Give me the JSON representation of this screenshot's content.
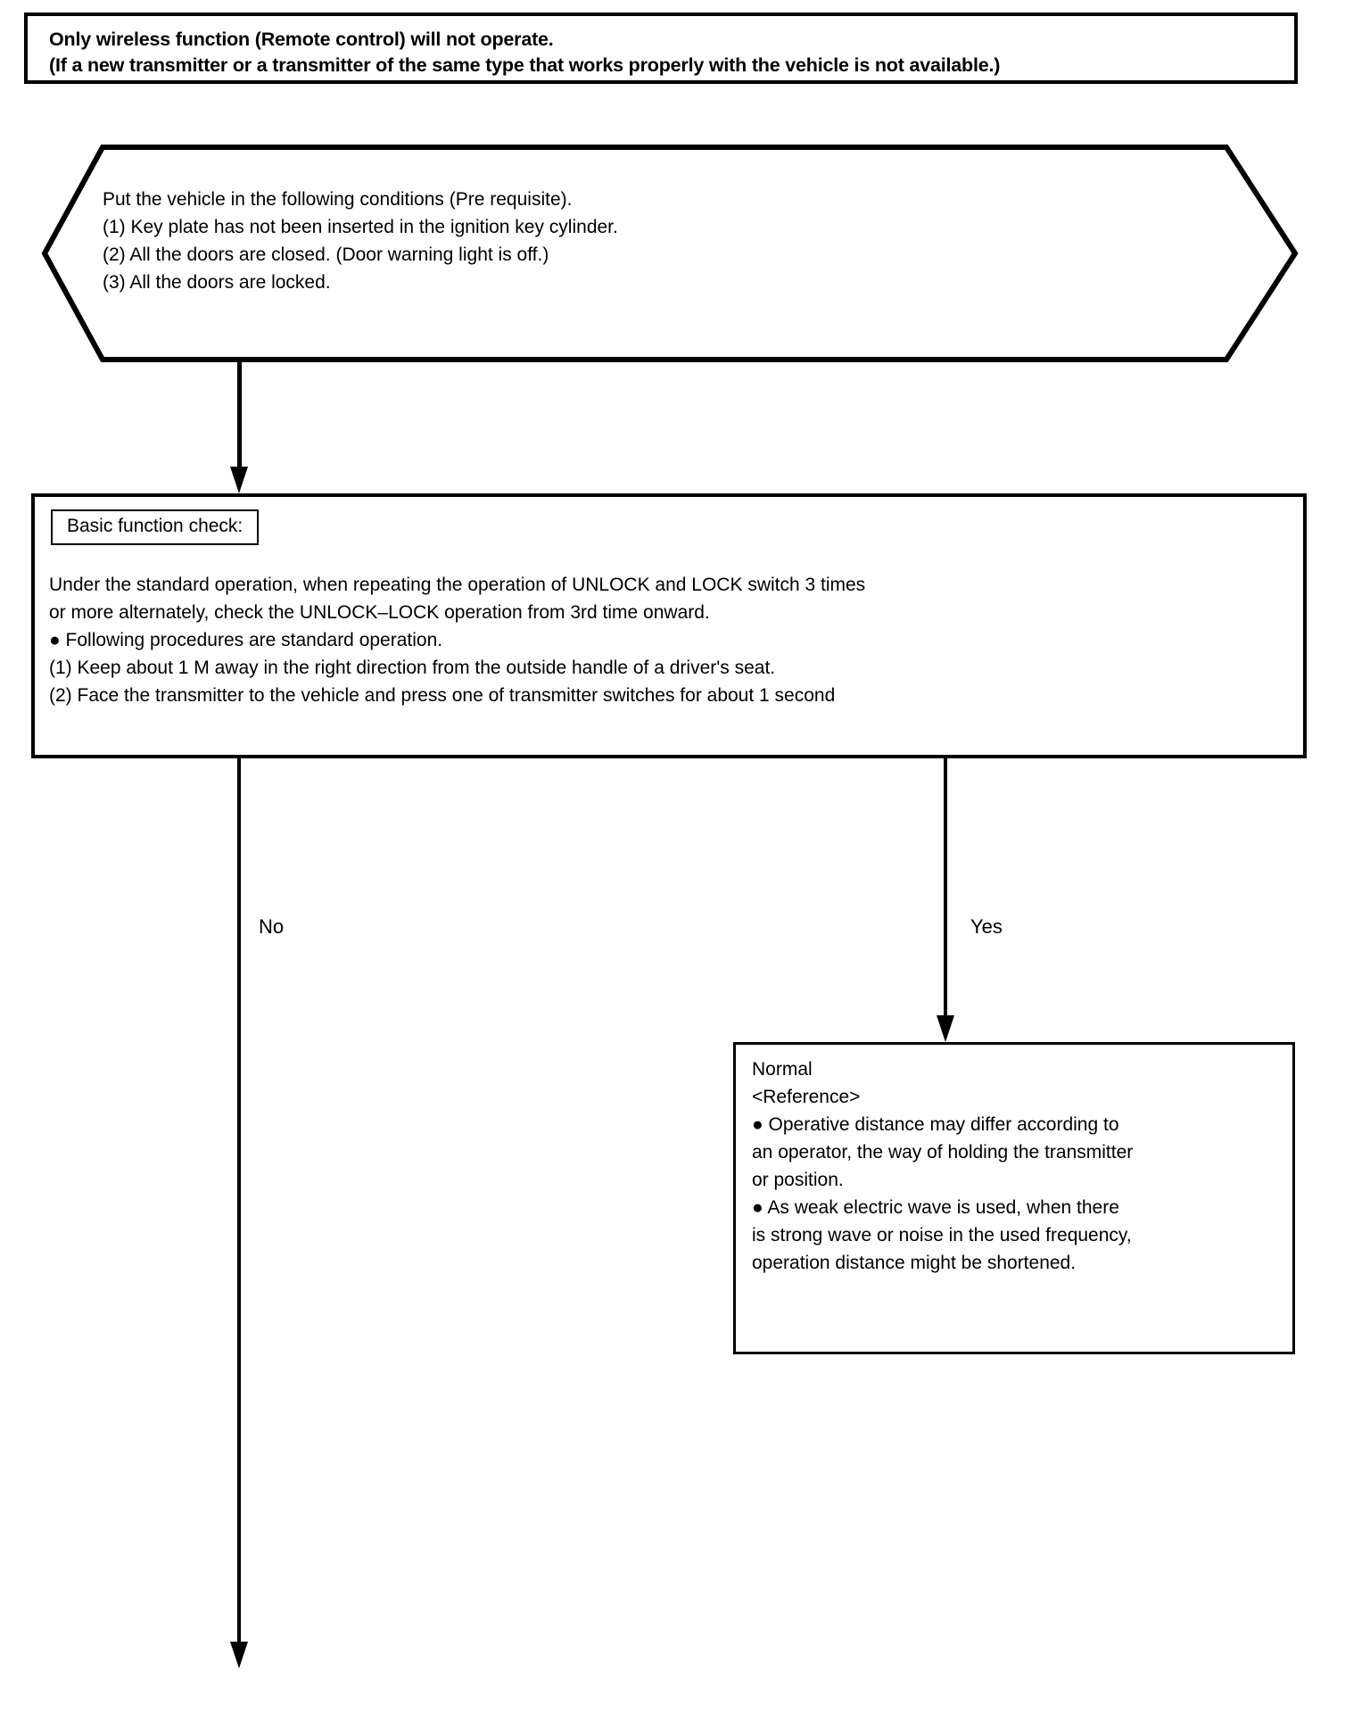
{
  "diagram": {
    "title": "Wireless (Remote control) function troubleshooting flowchart",
    "colors": {
      "line": "#000000",
      "background": "#ffffff",
      "text": "#000000"
    }
  },
  "problem_box": {
    "name": "problem-statement",
    "lines": [
      "Only wireless function (Remote control) will not operate.",
      "(If a new transmitter or a transmitter of the same type that works properly with the vehicle is not available.)"
    ]
  },
  "prerequisite_hexagon": {
    "name": "pre-requisite-conditions",
    "lines": [
      "Put the vehicle in the following conditions (Pre requisite).",
      "(1) Key plate has not been inserted in the ignition key cylinder.",
      "(2) All the doors are closed. (Door warning light is off.)",
      "(3) All the doors are locked."
    ]
  },
  "basic_check_box": {
    "name": "basic-function-check",
    "label": "Basic function check:",
    "lines": [
      "Under the standard operation, when repeating the operation of UNLOCK and LOCK switch 3 times",
      "or more alternately, check the UNLOCK–LOCK operation from 3rd time onward.",
      "● Following procedures are standard operation.",
      "(1) Keep about 1 M away in the right direction from the outside handle of a driver's seat.",
      "(2) Face the transmitter to the vehicle and press one of transmitter switches for about 1 second"
    ]
  },
  "branches": {
    "no_label": "No",
    "yes_label": "Yes"
  },
  "normal_box": {
    "name": "normal-result",
    "lines": [
      "Normal",
      "<Reference>",
      "● Operative distance may differ according to",
      "an operator, the way of holding the transmitter",
      "or position.",
      "● As weak electric wave is used, when there",
      " is strong wave or noise in the used frequency,",
      "operation distance might be shortened."
    ]
  }
}
